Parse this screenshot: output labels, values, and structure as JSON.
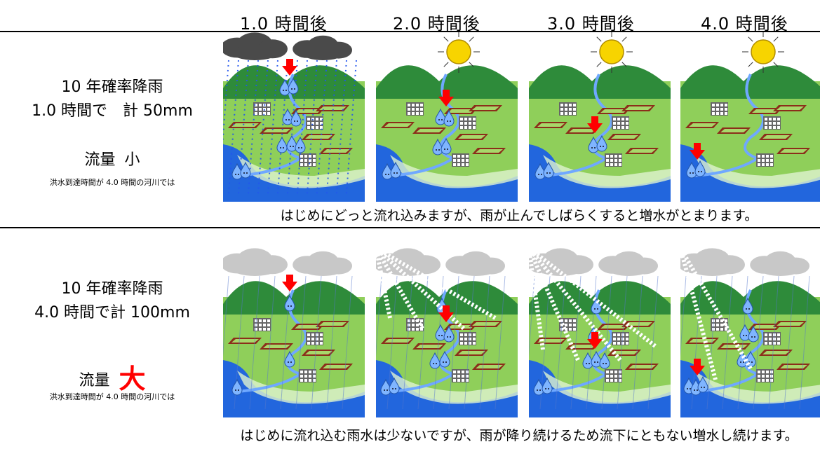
{
  "headers": [
    "1.0 時間後",
    "2.0 時間後",
    "3.0 時間後",
    "4.0 時間後"
  ],
  "scenario1": {
    "title": "10 年確率降雨",
    "total": "1.0 時間で　計 50mm",
    "flow_label": "流量",
    "flow_size": "小",
    "note": "洪水到達時間が 4.0 時間の河川では",
    "caption": "はじめにどっと流れ込みますが、雨が止んでしばらくすると増水がとまります。"
  },
  "scenario2": {
    "title": "10 年確率降雨",
    "total": "4.0 時間で計 100mm",
    "flow_label": "流量",
    "flow_size": "大",
    "note": "洪水到達時間が 4.0 時間の河川では",
    "caption": "はじめに流れ込む雨水は少ないですが、雨が降り続けるため流下にともない増水し続けます。"
  },
  "colors": {
    "dark_cloud": "#4a4a4a",
    "light_cloud": "#c8c8c8",
    "sun": "#f7d400",
    "mountain": "#2e8b3a",
    "land": "#8fcf5a",
    "sea": "#2266dd",
    "river": "#6fa8ff",
    "arrow": "#ff0000"
  }
}
